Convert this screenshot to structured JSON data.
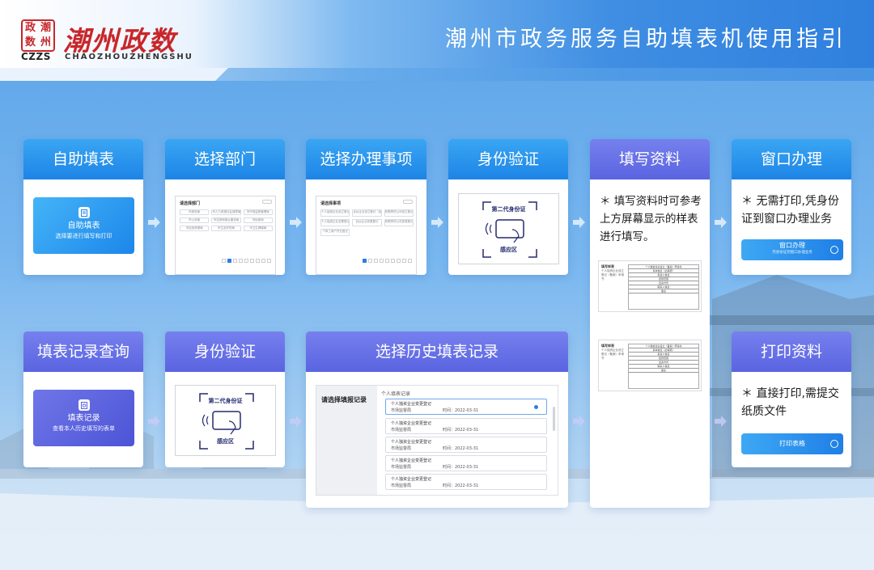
{
  "brand": {
    "logo_chars": [
      "政",
      "潮",
      "数",
      "州"
    ],
    "logo_code": "CZZS",
    "title": "潮州政数",
    "subtitle": "CHAOZHOUZHENGSHU"
  },
  "page_title": "潮州市政务服务自助填表机使用指引",
  "colors": {
    "accent_blue": "#1d84e6",
    "accent_violet": "#5a64e0",
    "brand_red": "#c8272a"
  },
  "row1": {
    "step1": {
      "title": "自助填表",
      "panel_title": "自助填表",
      "panel_desc": "选择要进行填写和打印"
    },
    "step2": {
      "title": "选择部门",
      "mini_title": "请选择部门",
      "items": [
        "市税务局",
        "市人力资源社会保障局",
        "市市场监督管理局",
        "市公安局",
        "市住房和城乡建设局",
        "市民政局",
        "市自然资源局",
        "市生态环境局",
        "市卫生健康局"
      ]
    },
    "step3": {
      "title": "选择办理事项",
      "mini_title": "请选择事项",
      "items": [
        "个人独资企业设立登记",
        "合伙企业设立登记（含合伙人变更）",
        "有限责任公司设立登记",
        "个人独资企业变更登记",
        "合伙企业变更登记",
        "有限责任公司变更登记",
        "个体工商户开业登记"
      ]
    },
    "step4": {
      "title": "身份验证",
      "card_label": "第二代身份证",
      "area_label": "感应区"
    },
    "step5": {
      "title": "填写资料",
      "tip": "＊ 填写资料时可参考上方屏幕显示的样表进行填写。",
      "sample_left": [
        "填写样表",
        "个人独资企业设立登记（备案）申请书"
      ],
      "sample_title": "个人独资企业设立（备案）申请书",
      "sample_rows": [
        "基本信息（必填项）",
        "投资人信息",
        "经营范围",
        "出资方式",
        "联系人信息",
        "备注"
      ]
    },
    "step6": {
      "title": "窗口办理",
      "tip": "＊ 无需打印,凭身份证到窗口办理业务",
      "button_label": "窗口办理",
      "button_sub": "凭身份证到窗口办理业务"
    }
  },
  "row2": {
    "step1": {
      "title": "填表记录查询",
      "panel_title": "填表记录",
      "panel_desc": "查看本人历史填写的表单"
    },
    "step2": {
      "title": "身份验证",
      "card_label": "第二代身份证",
      "area_label": "感应区"
    },
    "step3": {
      "title": "选择历史填表记录",
      "side_label": "请选择填报记录",
      "list_header": "个人填表记录",
      "records": [
        {
          "name": "个人独资企业变更登记",
          "dept": "市场监督局",
          "time": "时间：2022-03-31"
        },
        {
          "name": "个人独资企业变更登记",
          "dept": "市场监督局",
          "time": "时间：2022-03-31"
        },
        {
          "name": "个人独资企业变更登记",
          "dept": "市场监督局",
          "time": "时间：2022-03-31"
        },
        {
          "name": "个人独资企业变更登记",
          "dept": "市场监督局",
          "time": "时间：2022-03-31"
        },
        {
          "name": "个人独资企业变更登记",
          "dept": "市场监督局",
          "time": "时间：2022-03-31"
        }
      ]
    },
    "step6": {
      "title": "打印资料",
      "tip": "＊ 直接打印,需提交纸质文件",
      "button_label": "打印表格"
    }
  },
  "icons": [
    "document-icon",
    "arrow-right-icon",
    "id-card-icon",
    "check-circle-icon",
    "record-icon"
  ]
}
